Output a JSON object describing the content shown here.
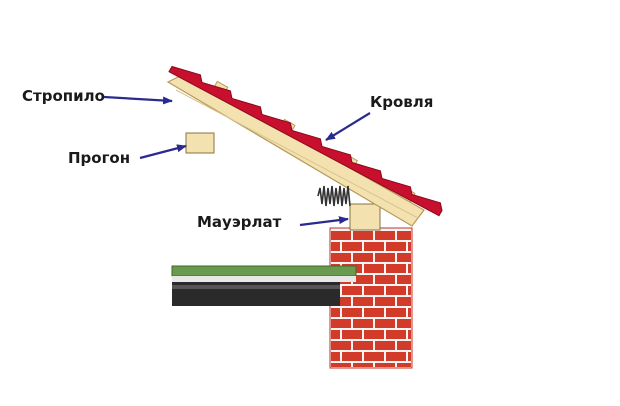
{
  "labels": {
    "rafter": "Стропило",
    "purlin": "Прогон",
    "roofing": "Кровля",
    "wall_plate": "Мауэрлат"
  },
  "colors": {
    "arrow": "#2b2b8f",
    "roof_tile": "#c8102e",
    "wood": "#f3e2b0",
    "wood_edge": "#b99a5a",
    "brick": "#d23a2a",
    "mortar": "#f4f4f4",
    "slab_top": "#6a9a50",
    "slab_body": "#2a2a2a",
    "spring": "#333333"
  }
}
